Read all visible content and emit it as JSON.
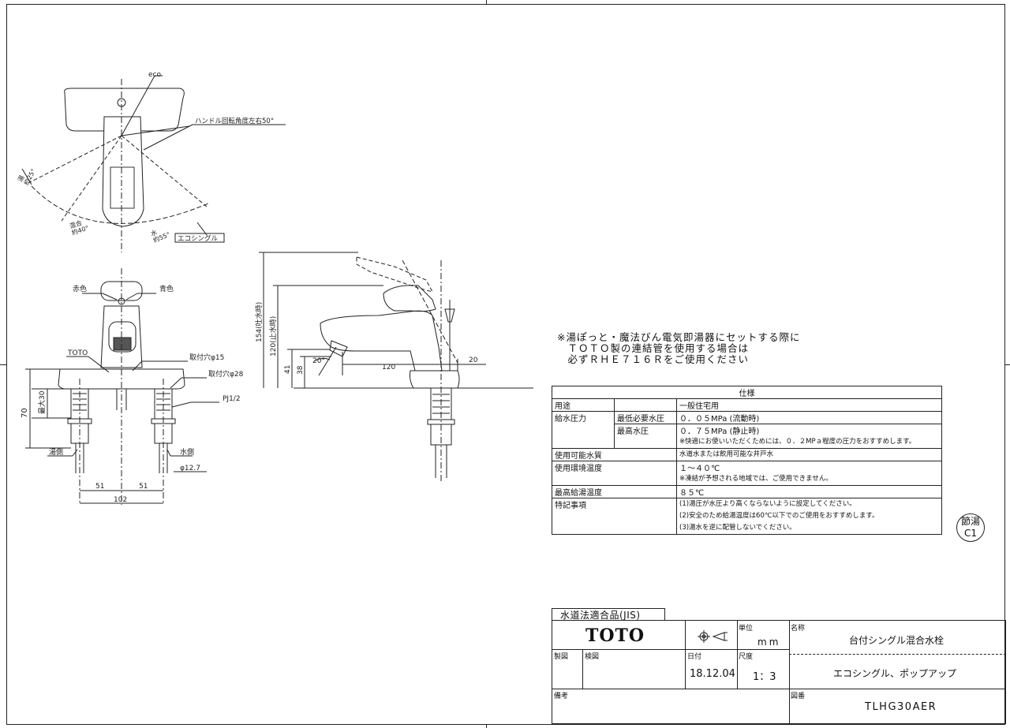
{
  "drawing": {
    "top_view": {
      "eco": "eco",
      "handle_rotation": "ハンドル回転角度左右50°",
      "angle_hot": "湯\n約25°",
      "angle_mixed": "混合\n約40°",
      "angle_cold": "水\n約55°",
      "eco_single": "エコシングル"
    },
    "front_view": {
      "red": "赤色",
      "blue": "青色",
      "brand": "TOTO",
      "mount_hole_15": "取付穴φ15",
      "mount_hole_28": "取付穴φ28",
      "pj": "PJ1/2",
      "max30": "最大30",
      "dim70": "70",
      "hot_side": "湯側",
      "cold_side": "水側",
      "phi127": "φ12.7",
      "dim51a": "51",
      "dim51b": "51",
      "dim102": "102"
    },
    "side_view": {
      "dim154": "154(吐水時)",
      "dim120v": "120(止水時)",
      "dim41": "41",
      "dim38": "38",
      "angle20": "20°",
      "dim120h": "120",
      "dim20": "20"
    }
  },
  "note": "※湯ぽっと・魔法びん電気即湯器にセットする際に\n　ＴＯＴＯ製の連結管を使用する場合は\n　必ずＲＨＥ７１６Ｒをご使用ください",
  "spec": {
    "title": "仕様",
    "rows": [
      {
        "k1": "用途",
        "k2": "",
        "v": "一般住宅用"
      },
      {
        "k1": "給水圧力",
        "k2": "最低必要水圧",
        "v": "０．０５MPa (流動時)"
      },
      {
        "k1": "",
        "k2": "最高水圧",
        "v": "０．７５MPa (静止時)"
      },
      {
        "k1": "",
        "k2": "",
        "v": "※快適にお使いいただくためには、０．２MPａ程度の圧力をおすすめします。"
      },
      {
        "k1": "使用可能水質",
        "k2": "",
        "v": "水道水または飲用可能な井戸水"
      },
      {
        "k1": "使用環境温度",
        "k2": "",
        "v": "１～４０℃"
      },
      {
        "k1": "",
        "k2": "",
        "v": "※凍結が予想される地域では、ご使用できません。"
      },
      {
        "k1": "最高給湯温度",
        "k2": "",
        "v": "８５℃"
      },
      {
        "k1": "特記事項",
        "k2": "",
        "v": "(1)湯圧が水圧より高くならないように設定してください。"
      },
      {
        "k1": "",
        "k2": "",
        "v": "(2)安全のため給湯温度は60℃以下でのご使用をおすすめします。"
      },
      {
        "k1": "",
        "k2": "",
        "v": "(3)湯水を逆に配管しないでください。"
      }
    ]
  },
  "stamp": "節湯\nC1",
  "title_block": {
    "jis": "水道法適合品(JIS)",
    "logo": "TOTO",
    "unit_label": "単位",
    "unit": "mm",
    "name_label": "名称",
    "name": "台付シングル混合水栓",
    "subname": "エコシングル、ポップアップ",
    "made_label": "製図",
    "check_label": "検図",
    "date_label": "日付",
    "date": "18.12.04",
    "scale_label": "尺度",
    "scale": "1：3",
    "remark_label": "備考",
    "drawing_no_label": "図番",
    "drawing_no": "TLHG30AER"
  }
}
